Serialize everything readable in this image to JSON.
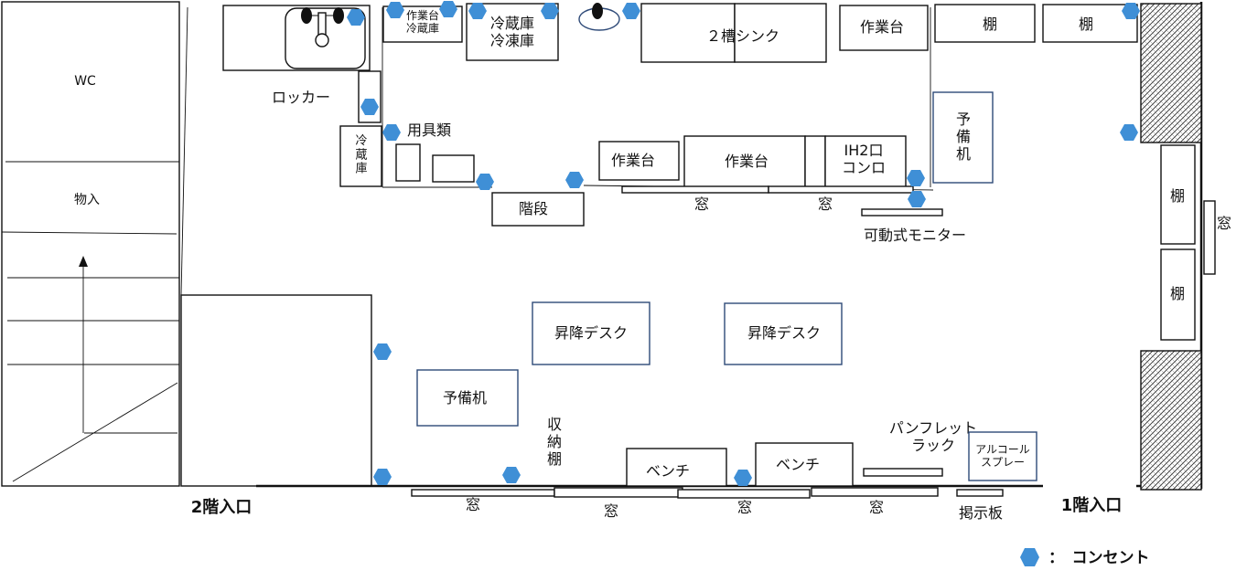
{
  "rooms": {
    "wc": "WC",
    "delivery": "物入",
    "locker": "ロッカー",
    "supplies": "用具類",
    "fridge_small": "冷\n蔵\n庫",
    "stairs": "階段",
    "storage_shelf": "収\n納\n棚",
    "pamphlet_rack": "パンフレット\nラック",
    "monitor": "可動式モニター",
    "bulletin": "掲示板"
  },
  "equipment": {
    "workbench_fridge": "作業台\n冷蔵庫",
    "fridge_freezer": "冷蔵庫\n冷凍庫",
    "double_sink": "２槽シンク",
    "workbench_top": "作業台",
    "shelf_top_1": "棚",
    "shelf_top_2": "棚",
    "workbench_mid_1": "作業台",
    "workbench_mid_2": "作業台",
    "ih_stove": "IH2口\nコンロ",
    "spare_desk_right": "予\n備\n机",
    "shelf_right_1": "棚",
    "shelf_right_2": "棚",
    "lift_desk_1": "昇降デスク",
    "lift_desk_2": "昇降デスク",
    "spare_desk_left": "予備机",
    "bench_1": "ベンチ",
    "bench_2": "ベンチ",
    "alcohol_spray": "アルコール\nスプレー"
  },
  "windows": {
    "mid_1": "窓",
    "mid_2": "窓",
    "right": "窓",
    "bottom_1": "窓",
    "bottom_2": "窓",
    "bottom_3": "窓",
    "bottom_4": "窓"
  },
  "entrances": {
    "floor2": "2階入口",
    "floor1": "1階入口"
  },
  "legend": {
    "outlet_label": "：　コンセント",
    "outlet_color": "#3f8fd6"
  }
}
